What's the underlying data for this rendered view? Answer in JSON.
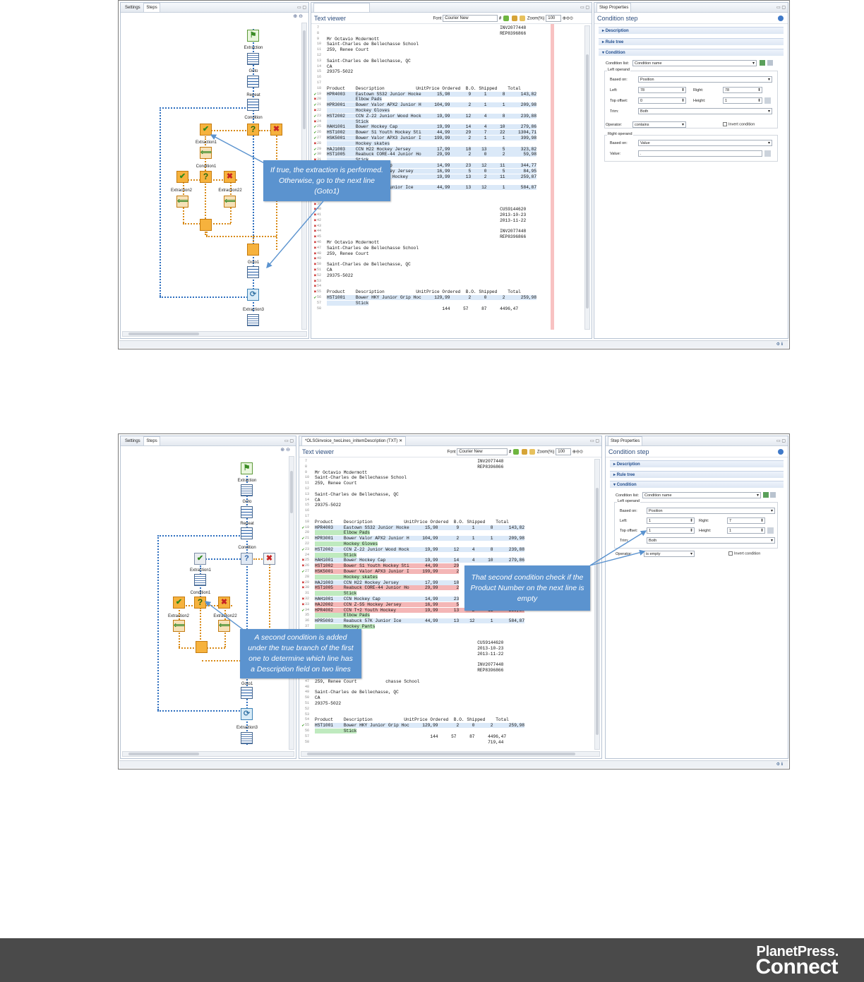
{
  "shot1": {
    "left_tabs": [
      "Settings",
      "Steps"
    ],
    "editor_tab": "",
    "viewer_title": "Text viewer",
    "font_label": "Font",
    "font_value": "Courier New",
    "zoom_label": "Zoom(%)",
    "zoom_value": "100",
    "props_tab": "Step Properties",
    "props_title": "Condition step",
    "sections": [
      "Description",
      "Rule tree",
      "Condition"
    ],
    "condition_list_label": "Condition list:",
    "condition_list_value": "Condition name",
    "left_operand": "Left operand",
    "based_on_label": "Based on:",
    "based_on_value": "Position",
    "left_label": "Left:",
    "left_value": "78",
    "right_label": "Right:",
    "right_value": "78",
    "top_offset_label": "Top offset:",
    "top_offset_value": "0",
    "height_label": "Height:",
    "height_value": "1",
    "trim_label": "Trim:",
    "trim_value": "Both",
    "operator_label": "Operator:",
    "operator_value": "contains",
    "invert_label": "Invert condition",
    "right_operand": "Right operand",
    "r_based_on_value": "Value",
    "value_label": "Value:",
    "value_value": ".",
    "callout": "If true, the extraction is performed. Otherwise, go to the next line (Goto1)",
    "steps": {
      "extraction": "Extraction",
      "goto": "Goto",
      "repeat": "Repeat",
      "condition": "Condition",
      "extraction1": "Extraction1",
      "condition1": "Condition1",
      "extraction2": "Extraction2",
      "extraction22": "Extraction22",
      "goto1": "Goto1",
      "extraction3": "Extraction3"
    },
    "lines": [
      {
        "n": "7",
        "m": "",
        "t": "                                                                  INV2077448"
      },
      {
        "n": "8",
        "m": "",
        "t": "                                                                  REP8396866"
      },
      {
        "n": "9",
        "m": "",
        "t": "Mr Octavio Mcdermott"
      },
      {
        "n": "10",
        "m": "",
        "t": "Saint-Charles de Bellechasse School"
      },
      {
        "n": "11",
        "m": "",
        "t": "259, Renee Court"
      },
      {
        "n": "12",
        "m": "",
        "t": ""
      },
      {
        "n": "13",
        "m": "",
        "t": "Saint-Charles de Bellechasse, QC"
      },
      {
        "n": "14",
        "m": "",
        "t": "CA"
      },
      {
        "n": "15",
        "m": "",
        "t": "29375-5022"
      },
      {
        "n": "16",
        "m": "",
        "t": ""
      },
      {
        "n": "17",
        "m": "",
        "t": ""
      },
      {
        "n": "18",
        "m": "",
        "t": "Product    Description            UnitPrice Ordered  B.O. Shipped    Total"
      },
      {
        "n": "19",
        "m": "y",
        "t": "HPR4003    Eastown SS32 Junior Hocke      15,98       9     1      8      143,82",
        "h": 1
      },
      {
        "n": "20",
        "m": "n",
        "t": "           Elbow Pads",
        "h": 1
      },
      {
        "n": "21",
        "m": "y",
        "t": "HPR3001    Bower Valor APX2 Junior H     104,99       2     1      1      209,98",
        "h": 1
      },
      {
        "n": "22",
        "m": "n",
        "t": "           Hockey Gloves",
        "h": 1
      },
      {
        "n": "23",
        "m": "y",
        "t": "HST2002    CCN Z-22 Junior Wood Hock      19,99      12     4      8      239,88",
        "h": 1
      },
      {
        "n": "24",
        "m": "n",
        "t": "           Stick",
        "h": 1
      },
      {
        "n": "25",
        "m": "y",
        "t": "HAH1001    Bower Hockey Cap               19,99      14     4     10      279,86",
        "h": 1
      },
      {
        "n": "26",
        "m": "y",
        "t": "HST1002    Bower S1 Youth Hockey Sti      44,99      29     7     22     1304,71",
        "h": 1
      },
      {
        "n": "27",
        "m": "y",
        "t": "HSK5001    Bower Valor APX3 Junior I     199,99       2     1      1      399,98",
        "h": 1
      },
      {
        "n": "28",
        "m": "n",
        "t": "           Hockey skates",
        "h": 1
      },
      {
        "n": "29",
        "m": "y",
        "t": "HAJ1003    CCN H22 Hockey Jersey          17,99      18    13      5      323,82",
        "h": 1
      },
      {
        "n": "30",
        "m": "y",
        "t": "HST1005    Reabuck CORE-44 Junior Ho      29,99       2     0      2       59,98",
        "h": 1
      },
      {
        "n": "31",
        "m": "n",
        "t": "           Stick",
        "h": 1
      },
      {
        "n": "32",
        "m": "y",
        "t": "HAH1001    CCN Hockey Cap                 14,99      23    12     11      344,77",
        "h": 1
      },
      {
        "n": "33",
        "m": "y",
        "t": "HAJ2002    CCN Z-55 Hockey Jersey         16,99       5     0      5       84,95",
        "h": 1
      },
      {
        "n": "34",
        "m": "y",
        "t": "HPR4002    CCN T+2 Youth Hockey           19,99      13     2     11      259,87",
        "h": 1
      },
      {
        "n": "35",
        "m": "n",
        "t": "           Elbow Pads",
        "h": 1
      },
      {
        "n": "36",
        "m": "y",
        "t": "HPR5003    Reabuck 57K Junior Ice         44,99      13    12      1      584,87",
        "h": 1
      },
      {
        "n": "37",
        "m": "n",
        "t": "           Hockey Pants",
        "h": 1
      },
      {
        "n": "38",
        "m": "n",
        "t": "Page 2 of 2"
      },
      {
        "n": "39",
        "m": "n",
        "t": ""
      },
      {
        "n": "40",
        "m": "n",
        "t": "                                                                  CUS9144620"
      },
      {
        "n": "41",
        "m": "n",
        "t": "                                                                  2013-10-23"
      },
      {
        "n": "42",
        "m": "n",
        "t": "                                                                  2013-11-22"
      },
      {
        "n": "43",
        "m": "n",
        "t": ""
      },
      {
        "n": "44",
        "m": "n",
        "t": "                                                                  INV2077448"
      },
      {
        "n": "45",
        "m": "n",
        "t": "                                                                  REP8396866"
      },
      {
        "n": "46",
        "m": "n",
        "t": "Mr Octavio Mcdermott"
      },
      {
        "n": "47",
        "m": "n",
        "t": "Saint-Charles de Bellechasse School"
      },
      {
        "n": "48",
        "m": "n",
        "t": "259, Renee Court"
      },
      {
        "n": "49",
        "m": "n",
        "t": ""
      },
      {
        "n": "50",
        "m": "n",
        "t": "Saint-Charles de Bellechasse, QC"
      },
      {
        "n": "51",
        "m": "n",
        "t": "CA"
      },
      {
        "n": "52",
        "m": "n",
        "t": "29375-5022"
      },
      {
        "n": "53",
        "m": "n",
        "t": ""
      },
      {
        "n": "54",
        "m": "n",
        "t": ""
      },
      {
        "n": "55",
        "m": "n",
        "t": "Product    Description            UnitPrice Ordered  B.O. Shipped    Total"
      },
      {
        "n": "56",
        "m": "y",
        "t": "HST1001    Bower HKY Junior Grip Hoc     129,99       2     0      2      259,98",
        "h": 1
      },
      {
        "n": "57",
        "m": "",
        "t": "           Stick",
        "h": 1
      },
      {
        "n": "58",
        "m": "",
        "t": "                                            144     57     87     4496,47"
      }
    ]
  },
  "shot2": {
    "left_tabs": [
      "Settings",
      "Steps"
    ],
    "editor_tab": "*OLSGinvoice_twoLines_inItemDescription (TXT)",
    "viewer_title": "Text viewer",
    "font_label": "Font",
    "font_value": "Courier New",
    "zoom_label": "Zoom(%)",
    "zoom_value": "100",
    "props_tab": "Step Properties",
    "props_title": "Condition step",
    "sections": [
      "Description",
      "Rule tree",
      "Condition"
    ],
    "condition_list_label": "Condition list:",
    "condition_list_value": "Condition name",
    "left_operand": "Left operand",
    "based_on_label": "Based on:",
    "based_on_value": "Position",
    "left_label": "Left:",
    "left_value": "1",
    "right_label": "Right:",
    "right_value": "7",
    "top_offset_label": "Top offset:",
    "top_offset_value": "1",
    "height_label": "Height:",
    "height_value": "1",
    "trim_label": "Trim:",
    "trim_value": "Both",
    "operator_label": "Operator:",
    "operator_value": "is empty",
    "invert_label": "Invert condition",
    "callout_right": "That second condition check if the Product Number on the next line is empty",
    "callout_left": "A second condition is added under the true branch of the first one to determine which line has a Description field on two lines",
    "steps": {
      "extraction": "Extraction",
      "goto": "Goto",
      "repeat": "Repeat",
      "condition": "Condition",
      "extraction1": "Extraction1",
      "condition1": "Condition1",
      "extraction2": "Extraction2",
      "extraction22": "Extraction22",
      "goto1": "Goto1",
      "extraction3": "Extraction3"
    },
    "lines": [
      {
        "n": "7",
        "m": "",
        "t": "                                                              INV2077448"
      },
      {
        "n": "8",
        "m": "",
        "t": "                                                              REP8396866"
      },
      {
        "n": "9",
        "m": "",
        "t": "Mr Octavio Mcdermott"
      },
      {
        "n": "10",
        "m": "",
        "t": "Saint-Charles de Bellechasse School"
      },
      {
        "n": "11",
        "m": "",
        "t": "259, Renee Court"
      },
      {
        "n": "12",
        "m": "",
        "t": ""
      },
      {
        "n": "13",
        "m": "",
        "t": "Saint-Charles de Bellechasse, QC"
      },
      {
        "n": "14",
        "m": "",
        "t": "CA"
      },
      {
        "n": "15",
        "m": "",
        "t": "29375-5022"
      },
      {
        "n": "16",
        "m": "",
        "t": ""
      },
      {
        "n": "17",
        "m": "",
        "t": ""
      },
      {
        "n": "18",
        "m": "",
        "t": "Product    Description            UnitPrice Ordered  B.O. Shipped    Total"
      },
      {
        "n": "19",
        "m": "y",
        "t": "HPR4003    Eastown SS32 Junior Hocke      15,98       9     1      8      143,82",
        "h": 1
      },
      {
        "n": "20",
        "m": "",
        "t": "           Elbow Pads",
        "h": 1,
        "g": 1
      },
      {
        "n": "21",
        "m": "y",
        "t": "HPR3001    Bower Valor APX2 Junior H     104,99       2     1      1      209,98",
        "h": 1
      },
      {
        "n": "22",
        "m": "",
        "t": "           Hockey Gloves",
        "h": 1,
        "g": 1
      },
      {
        "n": "23",
        "m": "y",
        "t": "HST2002    CCN Z-22 Junior Wood Hock      19,99      12     4      8      239,88",
        "h": 1
      },
      {
        "n": "24",
        "m": "",
        "t": "           Stick",
        "h": 1,
        "g": 1
      },
      {
        "n": "25",
        "m": "n",
        "t": "HAH1001    Bower Hockey Cap               19,99      14     4     10      279,86",
        "h": 1
      },
      {
        "n": "26",
        "m": "n",
        "t": "HST1002    Bower S1 Youth Hockey Sti      44,99      29",
        "h": 1,
        "r": 1
      },
      {
        "n": "27",
        "m": "y",
        "t": "HSK5001    Bower Valor APX3 Junior I     199,99       2",
        "h": 1,
        "r": 1
      },
      {
        "n": "28",
        "m": "",
        "t": "           Hockey skates",
        "h": 1,
        "g": 1
      },
      {
        "n": "29",
        "m": "n",
        "t": "HAJ1003    CCN H22 Hockey Jersey          17,99      18",
        "h": 1
      },
      {
        "n": "30",
        "m": "n",
        "t": "HST1005    Reabuck CORE-44 Junior Ho      29,99       2",
        "h": 1,
        "r": 1
      },
      {
        "n": "31",
        "m": "",
        "t": "           Stick",
        "h": 1,
        "g": 1
      },
      {
        "n": "32",
        "m": "n",
        "t": "HAH1001    CCN Hockey Cap                 14,99      23",
        "h": 1
      },
      {
        "n": "33",
        "m": "n",
        "t": "HAJ2002    CCN Z-55 Hockey Jersey         16,99       5",
        "h": 1,
        "r": 1
      },
      {
        "n": "34",
        "m": "y",
        "t": "HPR4002    CCN T+2 Youth Hockey           19,99      13     2     11      259,87",
        "h": 1,
        "r": 1
      },
      {
        "n": "35",
        "m": "",
        "t": "           Elbow Pads",
        "h": 1,
        "g": 1
      },
      {
        "n": "36",
        "m": "",
        "t": "HPR5003    Reabuck 57K Junior Ice         44,99      13    12      1      584,87",
        "h": 1
      },
      {
        "n": "37",
        "m": "",
        "t": "           Hockey Pants",
        "h": 1,
        "g": 1
      },
      {
        "n": "38",
        "m": "",
        "t": ""
      },
      {
        "n": "39",
        "m": "",
        "t": ""
      },
      {
        "n": "40",
        "m": "",
        "t": "                                                              CUS9144620"
      },
      {
        "n": "41",
        "m": "",
        "t": "                                                              2013-10-23"
      },
      {
        "n": "42",
        "m": "",
        "t": "                                                              2013-11-22"
      },
      {
        "n": "43",
        "m": "",
        "t": ""
      },
      {
        "n": "44",
        "m": "",
        "t": "                                                              INV2077448"
      },
      {
        "n": "45",
        "m": "",
        "t": "                                                              REP8396866"
      },
      {
        "n": "46",
        "m": "",
        "t": ""
      },
      {
        "n": "47",
        "m": "",
        "t": "259, Renee Court           chasse School"
      },
      {
        "n": "48",
        "m": "",
        "t": ""
      },
      {
        "n": "49",
        "m": "",
        "t": "Saint-Charles de Bellechasse, QC"
      },
      {
        "n": "50",
        "m": "",
        "t": "CA"
      },
      {
        "n": "51",
        "m": "",
        "t": "29375-5022"
      },
      {
        "n": "52",
        "m": "",
        "t": ""
      },
      {
        "n": "53",
        "m": "",
        "t": ""
      },
      {
        "n": "54",
        "m": "",
        "t": "Product    Description            UnitPrice Ordered  B.O. Shipped    Total"
      },
      {
        "n": "55",
        "m": "y",
        "t": "HST1001    Bower HKY Junior Grip Hoc     129,99       2     0      2      259,98",
        "h": 1
      },
      {
        "n": "56",
        "m": "",
        "t": "           Stick",
        "h": 1,
        "g": 1
      },
      {
        "n": "57",
        "m": "",
        "t": "                                            144     57     87     4496,47"
      },
      {
        "n": "58",
        "m": "",
        "t": "                                                                  719,44"
      }
    ]
  },
  "brand": {
    "line1": "PlanetPress.",
    "line2": "Connect"
  }
}
